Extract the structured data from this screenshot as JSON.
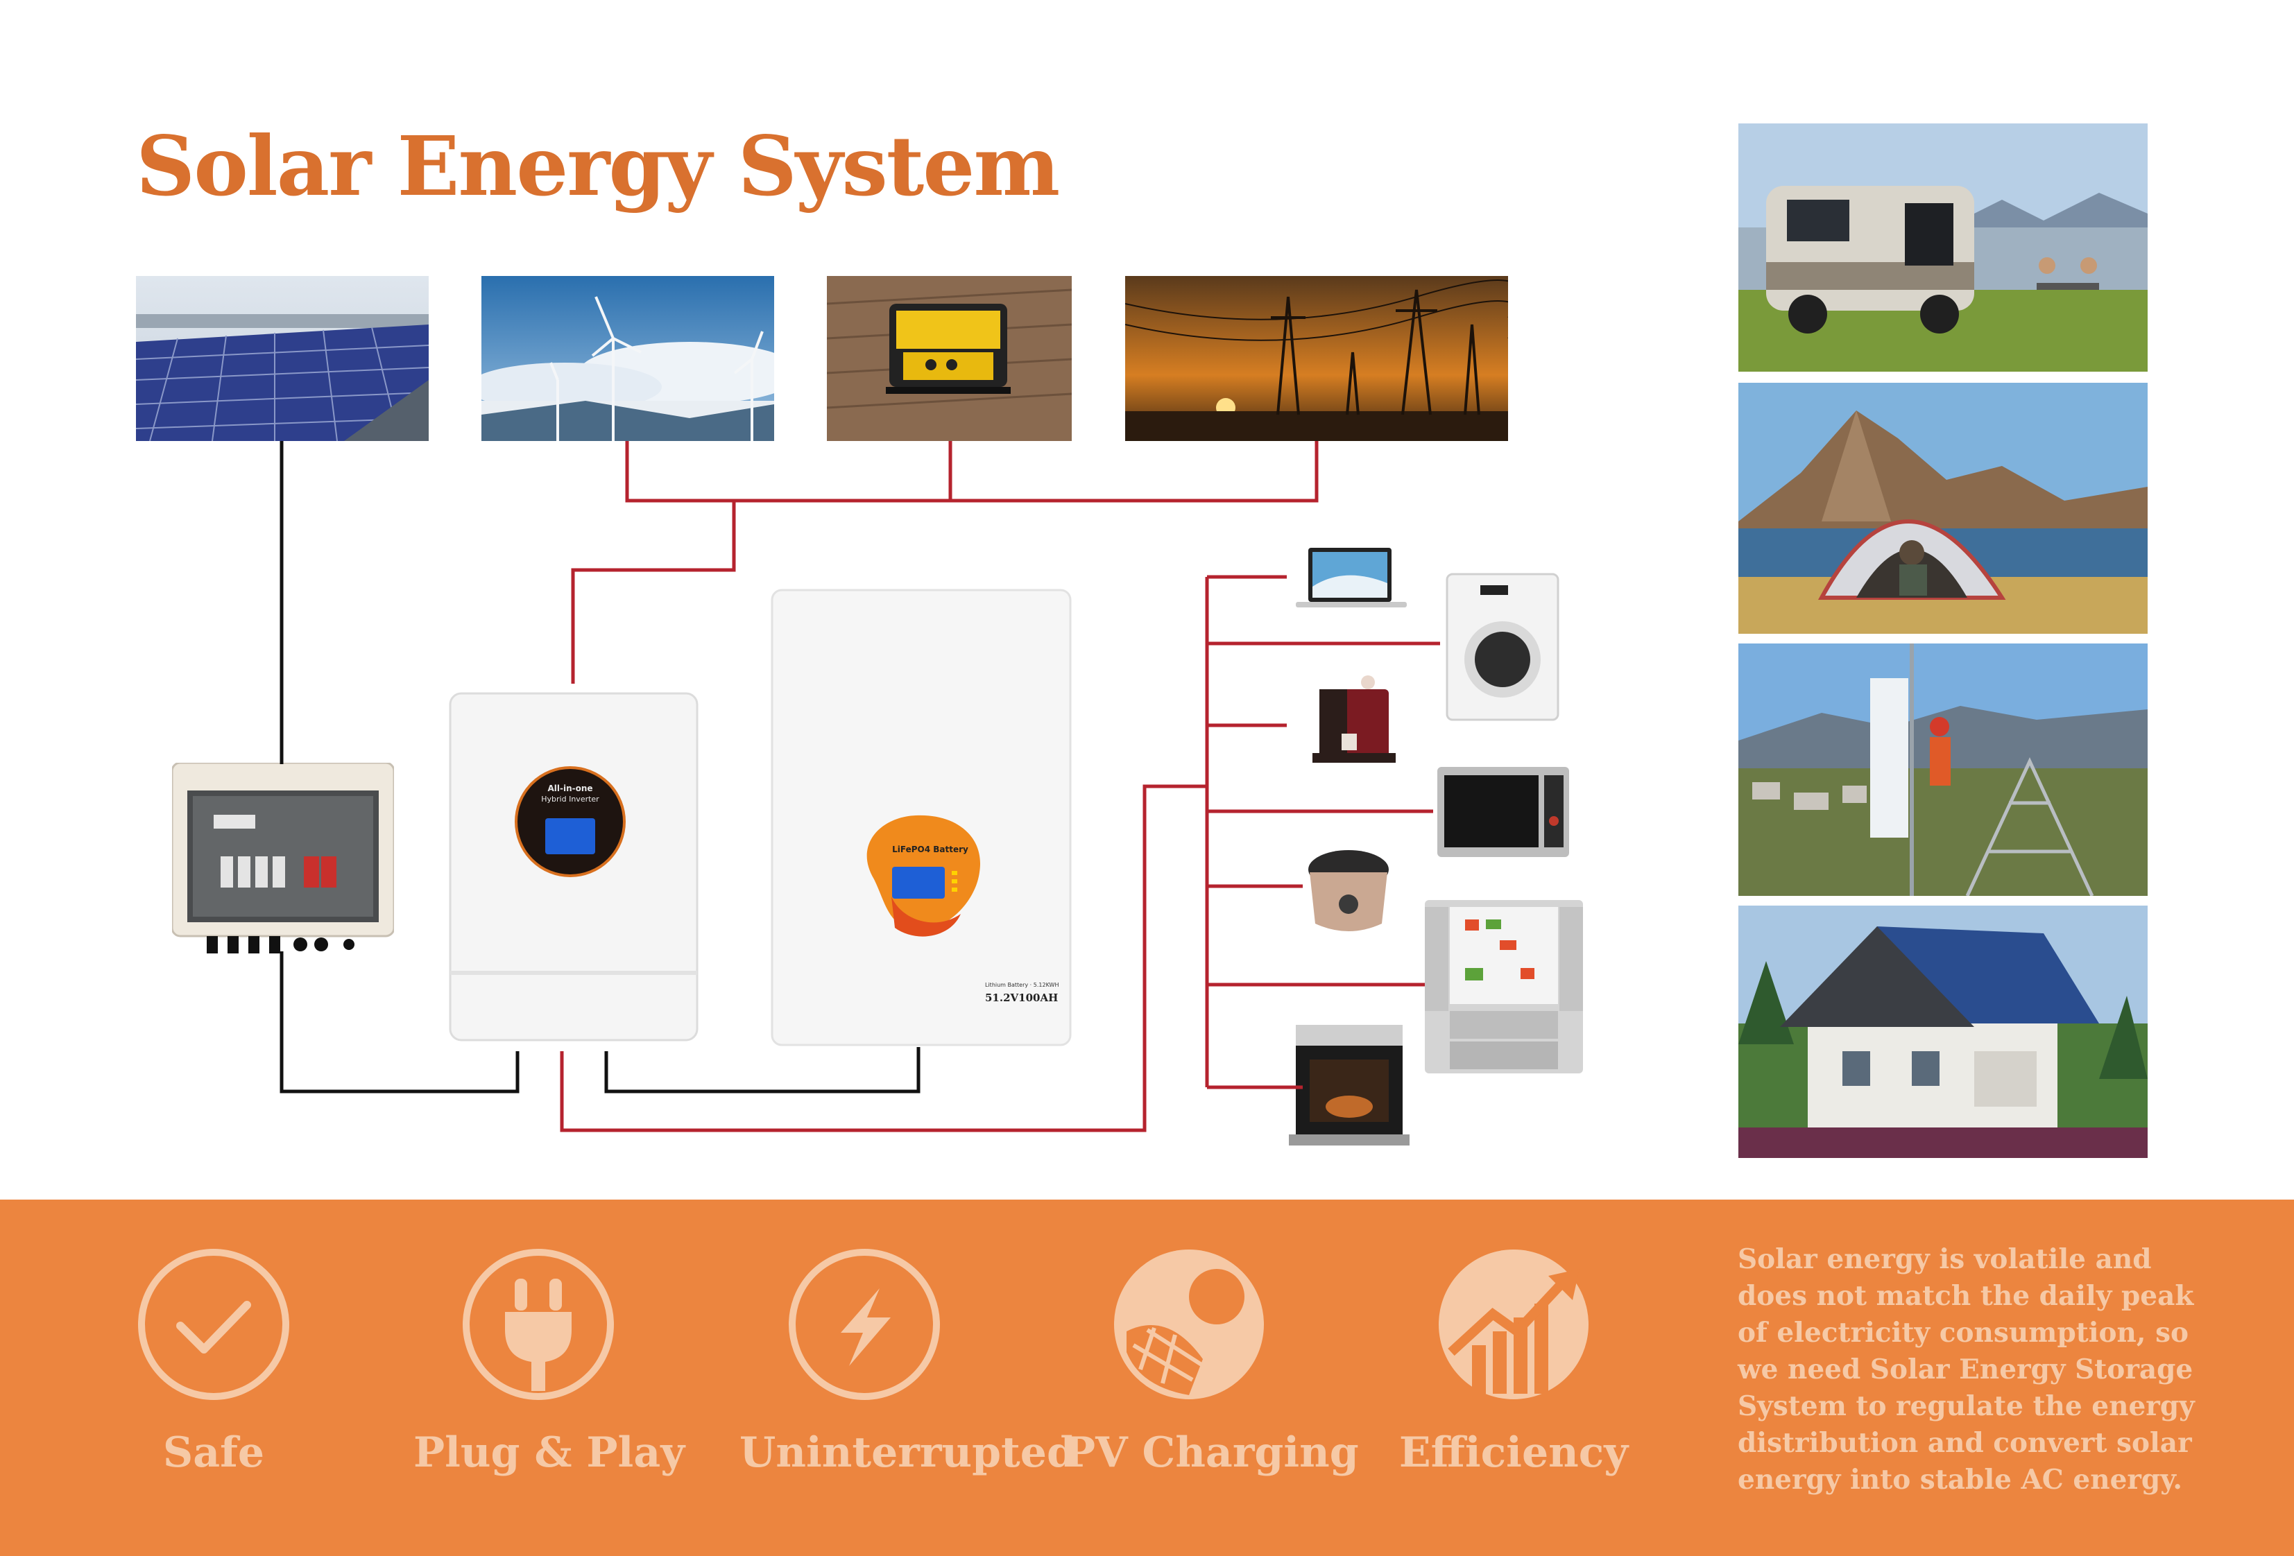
{
  "title": "Solar Energy System",
  "colors": {
    "accent": "#d9712f",
    "band": "#ec853f",
    "wire_ac": "#b5232e",
    "wire_dc": "#111111",
    "feature_text": "#f6c9a6"
  },
  "inverter_screen": {
    "line1": "All-in-one",
    "line2": "Hybrid Inverter"
  },
  "battery": {
    "badge": "LiFePO4 Battery",
    "small_label": "Lithium Battery · 5.12KWH",
    "model": "51.2V100AH"
  },
  "features": [
    {
      "label": "Safe",
      "icon": "check-circle-icon"
    },
    {
      "label": "Plug & Play",
      "icon": "plug-icon"
    },
    {
      "label": "Uninterrupted",
      "icon": "lightning-icon"
    },
    {
      "label": "PV Charging",
      "icon": "solar-panel-icon"
    },
    {
      "label": "Efficiency",
      "icon": "growth-chart-icon"
    }
  ],
  "description": "Solar energy is volatile and does not match the daily peak of electricity consumption, so we need Solar Energy Storage System to regulate the energy distribution and convert solar energy into stable AC energy."
}
